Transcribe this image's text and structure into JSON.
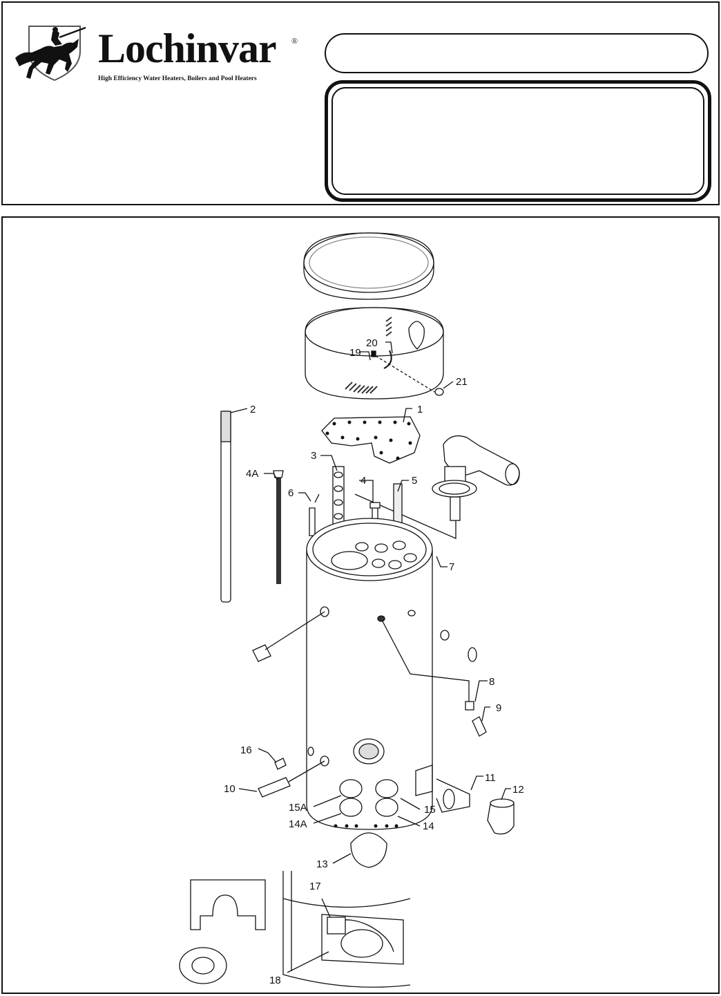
{
  "header": {
    "brand": "Lochinvar",
    "registered": "®",
    "tagline": "High Efficiency Water Heaters, Boilers and Pool Heaters",
    "title_pill": "",
    "info_box": ""
  },
  "diagram": {
    "callouts": {
      "c1": "1",
      "c2": "2",
      "c3": "3",
      "c4": "4",
      "c4a": "4A",
      "c5": "5",
      "c6": "6",
      "c7": "7",
      "c8": "8",
      "c9": "9",
      "c10": "10",
      "c11": "11",
      "c12": "12",
      "c13": "13",
      "c14": "14",
      "c14a": "14A",
      "c15": "15",
      "c15a": "15A",
      "c16": "16",
      "c17": "17",
      "c18": "18",
      "c19": "19",
      "c20": "20",
      "c21": "21"
    }
  }
}
